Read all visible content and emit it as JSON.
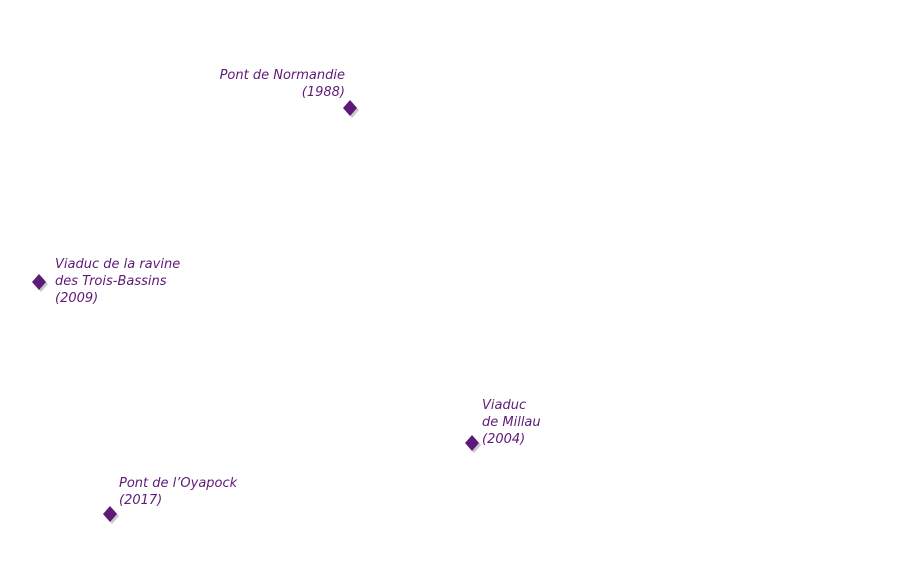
{
  "marker_color": "#5e1a78",
  "marker_shadow": "#c8c8c8",
  "marker_icon": "diamond-marker-icon",
  "bridges": [
    {
      "id": "normandie",
      "lines": [
        "Pont de Normandie",
        "(1988)"
      ]
    },
    {
      "id": "trois-bassins",
      "lines": [
        "Viaduc de la ravine",
        "des Trois-Bassins",
        "(2009)"
      ]
    },
    {
      "id": "millau",
      "lines": [
        "Viaduc",
        "de Millau",
        "(2004)"
      ]
    },
    {
      "id": "oyapock",
      "lines": [
        "Pont de l’Oyapock",
        "(2017)"
      ]
    }
  ]
}
